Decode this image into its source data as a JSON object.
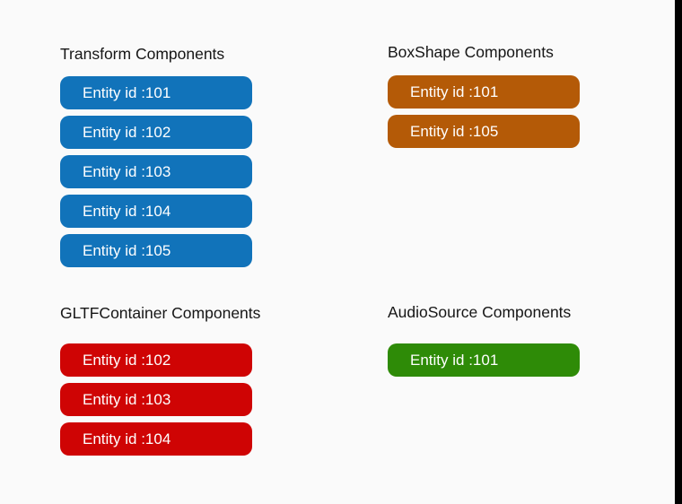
{
  "page": {
    "background_color": "#fafafa",
    "right_edge_bar_color": "#000000",
    "title_text_color": "#161616",
    "button_text_color": "#ffffff"
  },
  "sections": [
    {
      "id": "transform",
      "title": "Transform Components",
      "color": "#1173ba",
      "entities": [
        "Entity id :101",
        "Entity id :102",
        "Entity id :103",
        "Entity id :104",
        "Entity id :105"
      ]
    },
    {
      "id": "boxshape",
      "title": "BoxShape Components",
      "color": "#b45a07",
      "entities": [
        "Entity id :101",
        "Entity id :105"
      ]
    },
    {
      "id": "gltfcontainer",
      "title": "GLTFContainer Components",
      "color": "#cf0404",
      "entities": [
        "Entity id :102",
        "Entity id :103",
        "Entity id :104"
      ]
    },
    {
      "id": "audiosource",
      "title": "AudioSource Components",
      "color": "#2e8b07",
      "entities": [
        "Entity id :101"
      ]
    }
  ]
}
